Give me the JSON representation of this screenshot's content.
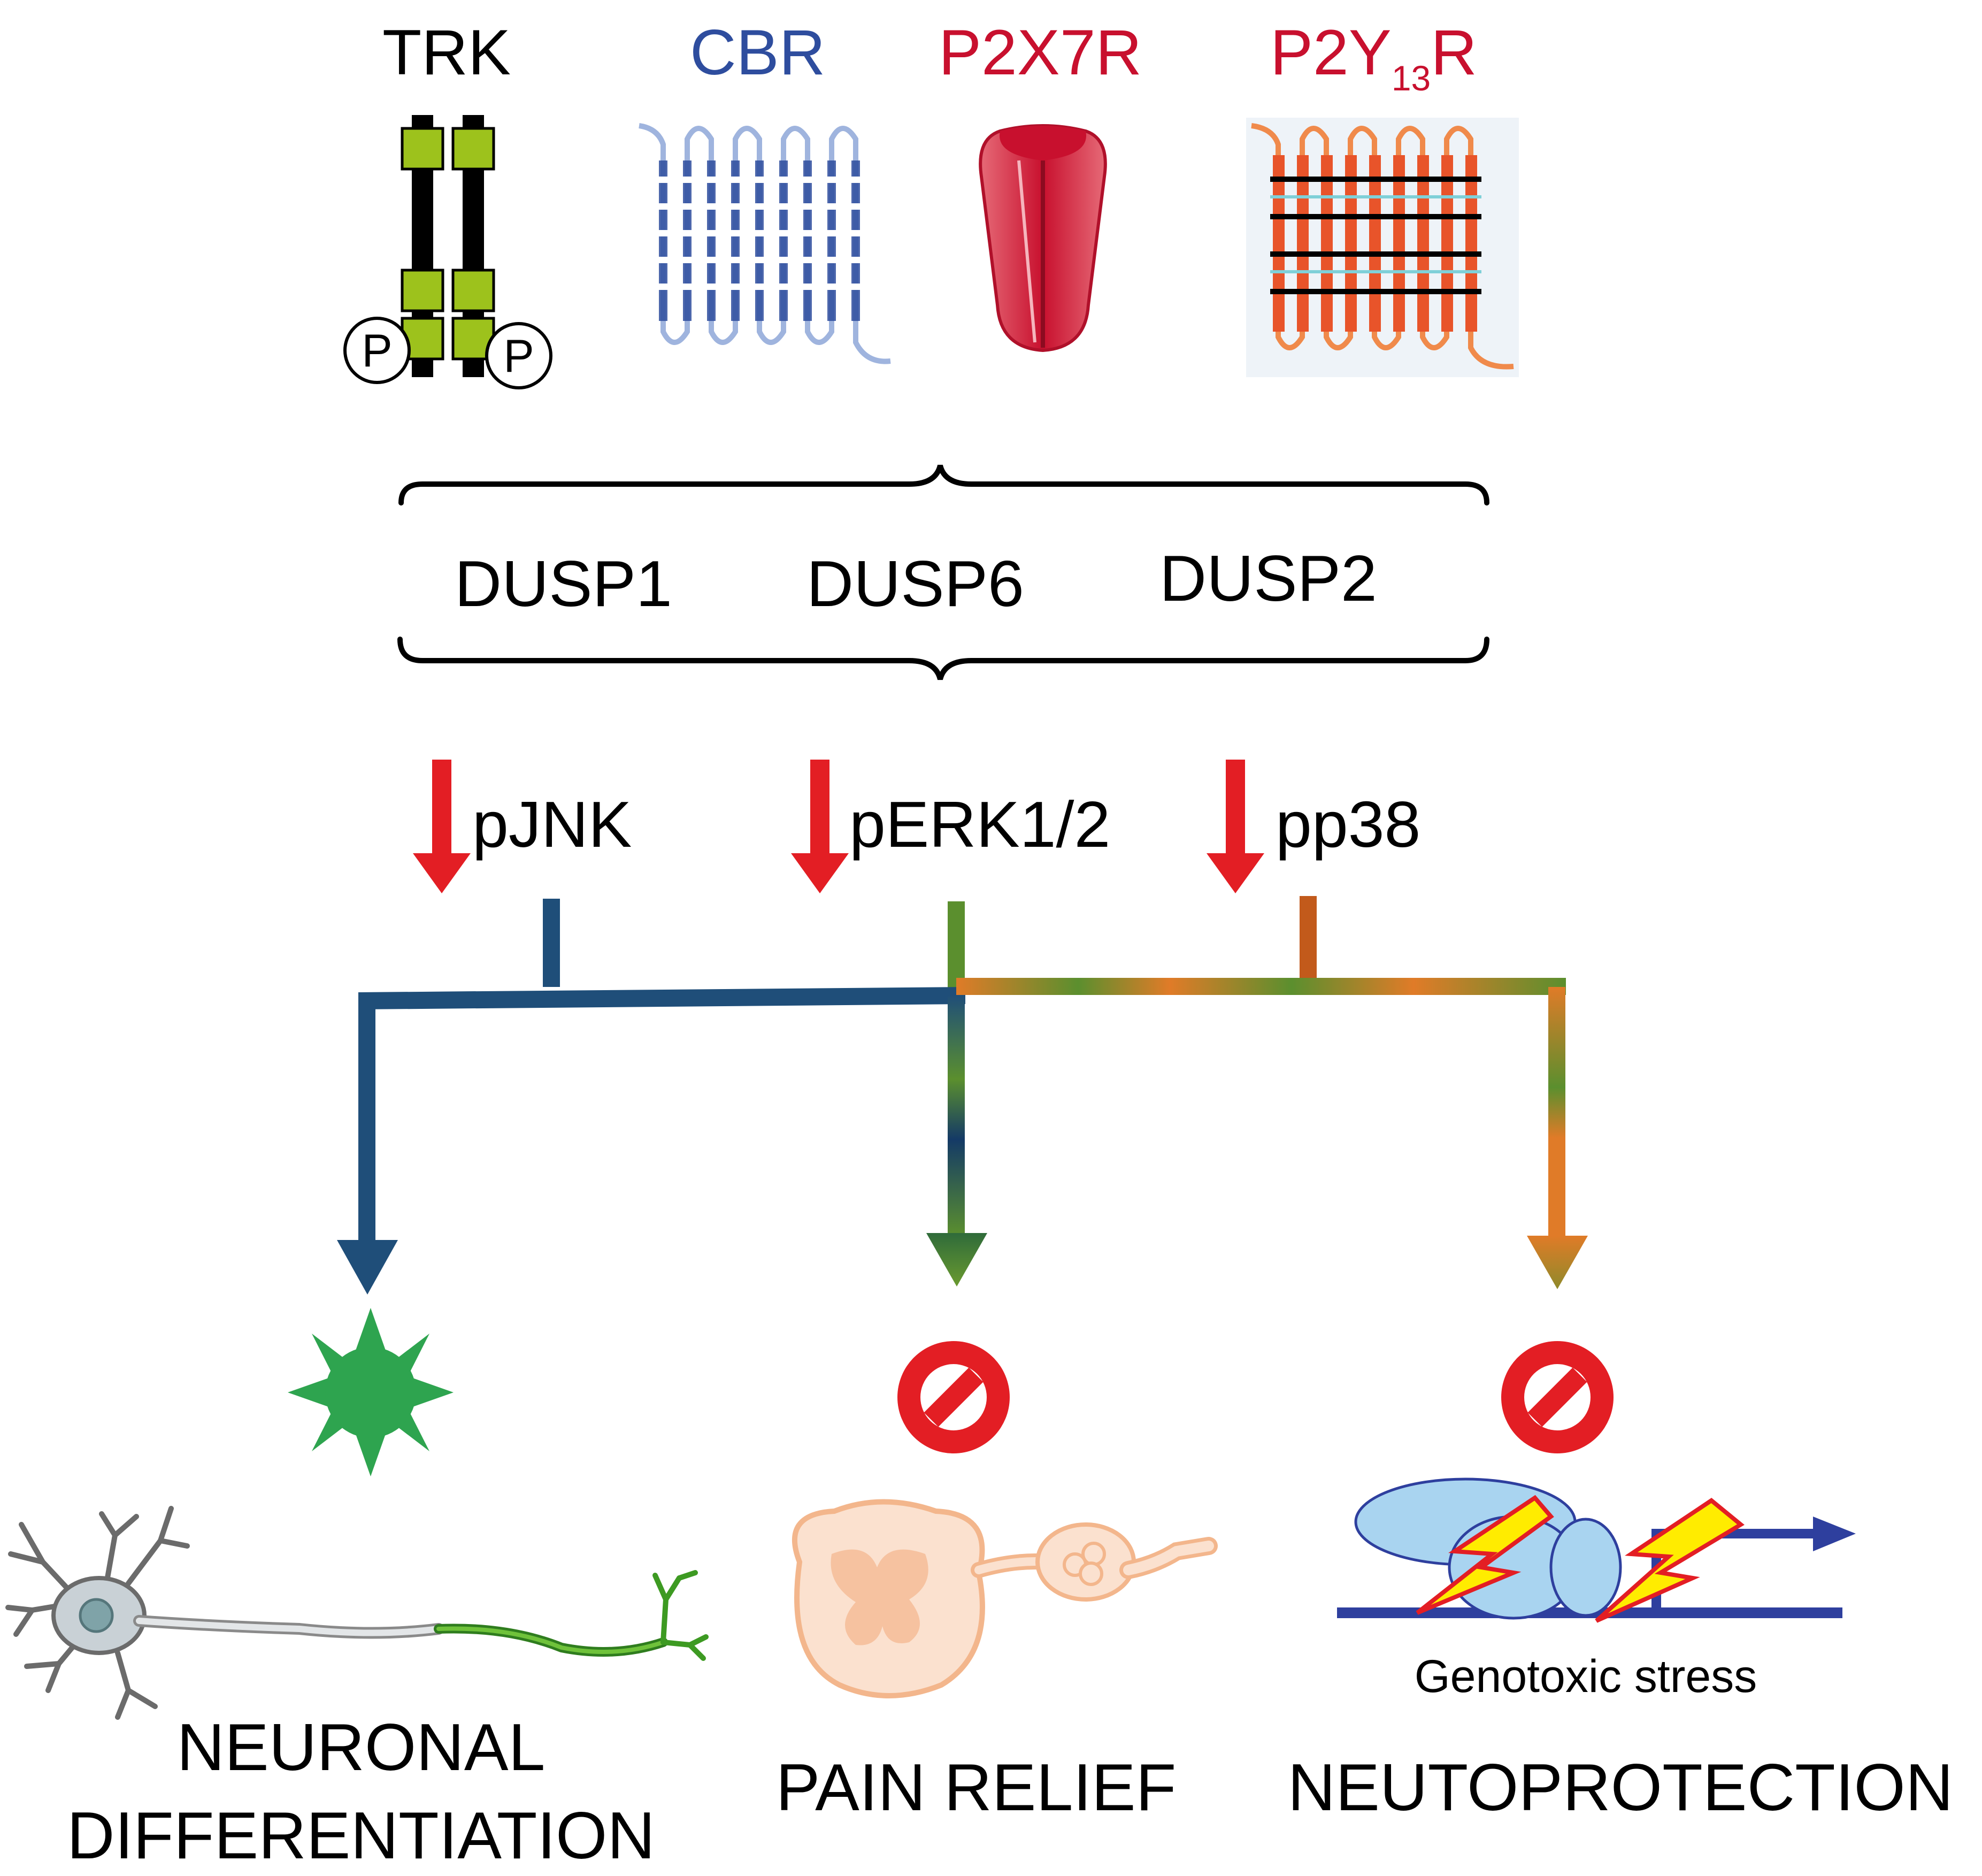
{
  "receptors": {
    "trk": {
      "label": "TRK",
      "color": "#000000"
    },
    "cbr": {
      "label": "CBR",
      "color": "#2e4d9e"
    },
    "p2x7r": {
      "label": "P2X7R",
      "color": "#c8102e"
    },
    "p2y13r": {
      "main": "P2Y",
      "sub": "13",
      "end": "R",
      "color": "#c8102e"
    }
  },
  "phospho_label": "P",
  "dusps": [
    "DUSP1",
    "DUSP6",
    "DUSP2"
  ],
  "mapks": [
    "pJNK",
    "pERK1/2",
    "pp38"
  ],
  "outcomes": {
    "neuronal": {
      "line1": "NEURONAL",
      "line2": "DIFFERENTIATION"
    },
    "pain": "PAIN RELIEF",
    "neuro": "NEUTOPROTECTION"
  },
  "genotoxic_label": "Genotoxic stress",
  "colors": {
    "arrow_red": "#e31e24",
    "path_blue": "#1f4e79",
    "path_green": "#5b8f2e",
    "path_orange": "#e07b28",
    "star_green": "#2ea44f",
    "no_red": "#e31e24",
    "trk_green": "#9dc21c"
  },
  "icons": [
    "phosphate-icon",
    "gpcr-helix-icon",
    "ion-channel-icon",
    "activation-star-icon",
    "inhibition-icon",
    "neuron-icon",
    "spinal-cord-icon",
    "dna-damage-icon"
  ]
}
